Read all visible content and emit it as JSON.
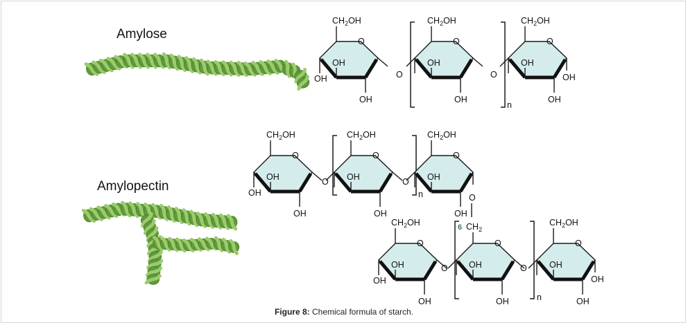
{
  "labels": {
    "amylose": "Amylose",
    "amylopectin": "Amylopectin",
    "ch2oh": "CH2OH",
    "ch2": "CH2",
    "six": "6",
    "o": "O",
    "oh": "OH",
    "n": "n"
  },
  "caption": {
    "prefix": "Figure 8:",
    "text": " Chemical formula of starch."
  },
  "colors": {
    "ring_fill": "#d4ecec",
    "helix_light": "#9ccb6b",
    "helix_dark": "#5e9a3a"
  }
}
